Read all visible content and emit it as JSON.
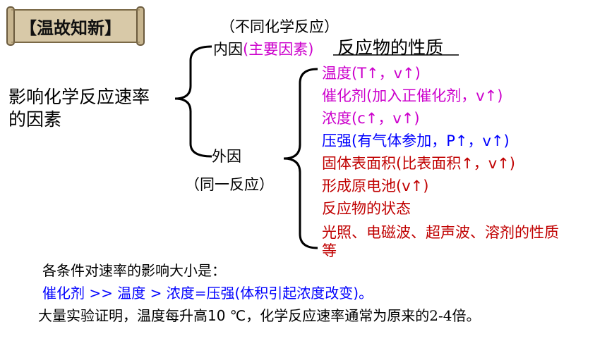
{
  "badge": {
    "label": "【温故知新】"
  },
  "diagram": {
    "root": {
      "line1": "影响化学反应速率",
      "line2": "的因素"
    },
    "inner": {
      "note": "（不同化学反应）",
      "label": "内因",
      "detail": "(主要因素)",
      "answer": "反应物的性质"
    },
    "outer": {
      "label": "外因",
      "note": "（同一反应）",
      "factors": [
        {
          "text": "温度(T↑，v↑)"
        },
        {
          "text": "催化剂(加入正催化剂，v↑)"
        },
        {
          "text": "浓度(c↑，v↑)"
        },
        {
          "text": "压强(有气体参加，P↑，v↑)"
        },
        {
          "text": "固体表面积(比表面积↑，v↑)"
        },
        {
          "text": "形成原电池(v↑)"
        },
        {
          "text": "反应物的状态"
        },
        {
          "text": "光照、电磁波、超声波、溶剂的性质"
        },
        {
          "text": "等"
        }
      ]
    }
  },
  "summary": {
    "line1": "各条件对速率的影响大小是：",
    "line2": "催化剂 >> 温度 > 浓度=压强(体积引起浓度改变)。",
    "line3a": "大量实验证明，温度每升高10 ℃，化学反应速率通常为原来的",
    "line3b": "2-4",
    "line3c": "倍。"
  },
  "colors": {
    "magenta": "#cc00cc",
    "red": "#c00000",
    "blue": "#0000ff",
    "darkred": "#b01010",
    "scroll": "#d8c9a8"
  }
}
